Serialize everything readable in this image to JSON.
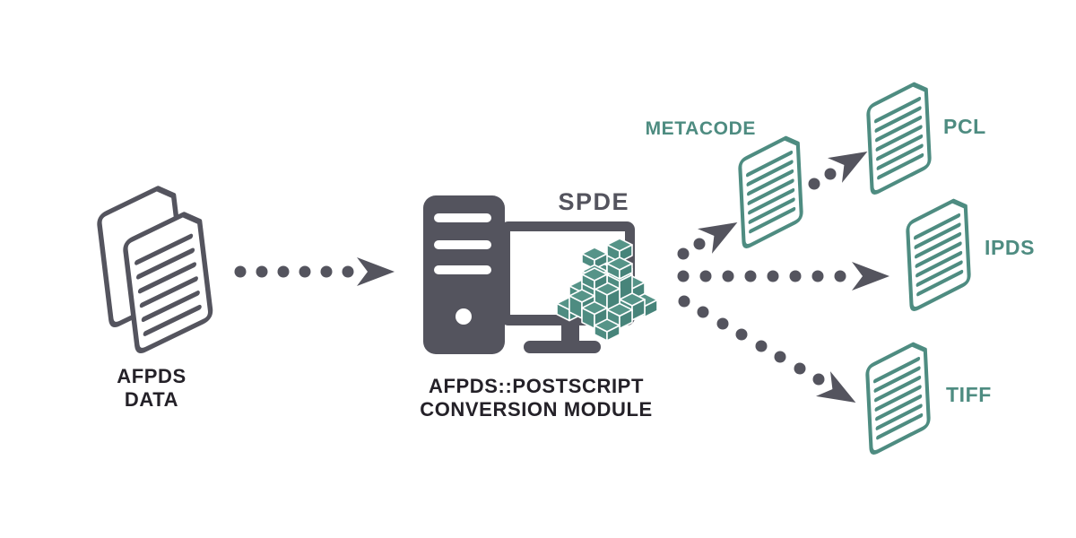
{
  "diagram": {
    "input": {
      "label_line1": "AFPDS",
      "label_line2": "DATA"
    },
    "module": {
      "badge": "SPDE",
      "caption_line1": "AFPDS::POSTSCRIPT",
      "caption_line2": "CONVERSION MODULE"
    },
    "outputs": [
      {
        "id": "metacode",
        "label": "METACODE"
      },
      {
        "id": "pcl",
        "label": "PCL"
      },
      {
        "id": "ipds",
        "label": "IPDS"
      },
      {
        "id": "tiff",
        "label": "TIFF"
      }
    ],
    "icons": [
      "documents-icon",
      "dotted-arrow-icon",
      "server-tower-icon",
      "monitor-icon",
      "data-blocks-icon",
      "document-icon"
    ],
    "colors": {
      "dark_gray": "#54545E",
      "near_black": "#242128",
      "teal": "#4E8C81",
      "background": "#FFFFFF"
    }
  }
}
